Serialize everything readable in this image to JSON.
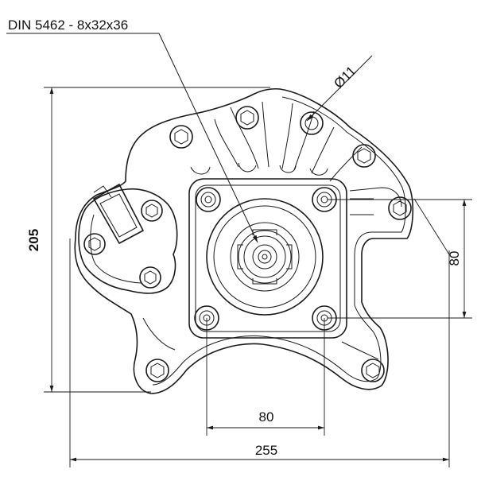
{
  "callout": {
    "spline_spec": "DIN 5462 - 8x32x36"
  },
  "dimensions": {
    "hole_diameter": "Ø11",
    "overall_height": "205",
    "bolt_spacing_vertical": "80",
    "bolt_spacing_horizontal": "80",
    "overall_width": "255"
  },
  "colors": {
    "line": "#1a1a1a",
    "background": "#ffffff"
  }
}
